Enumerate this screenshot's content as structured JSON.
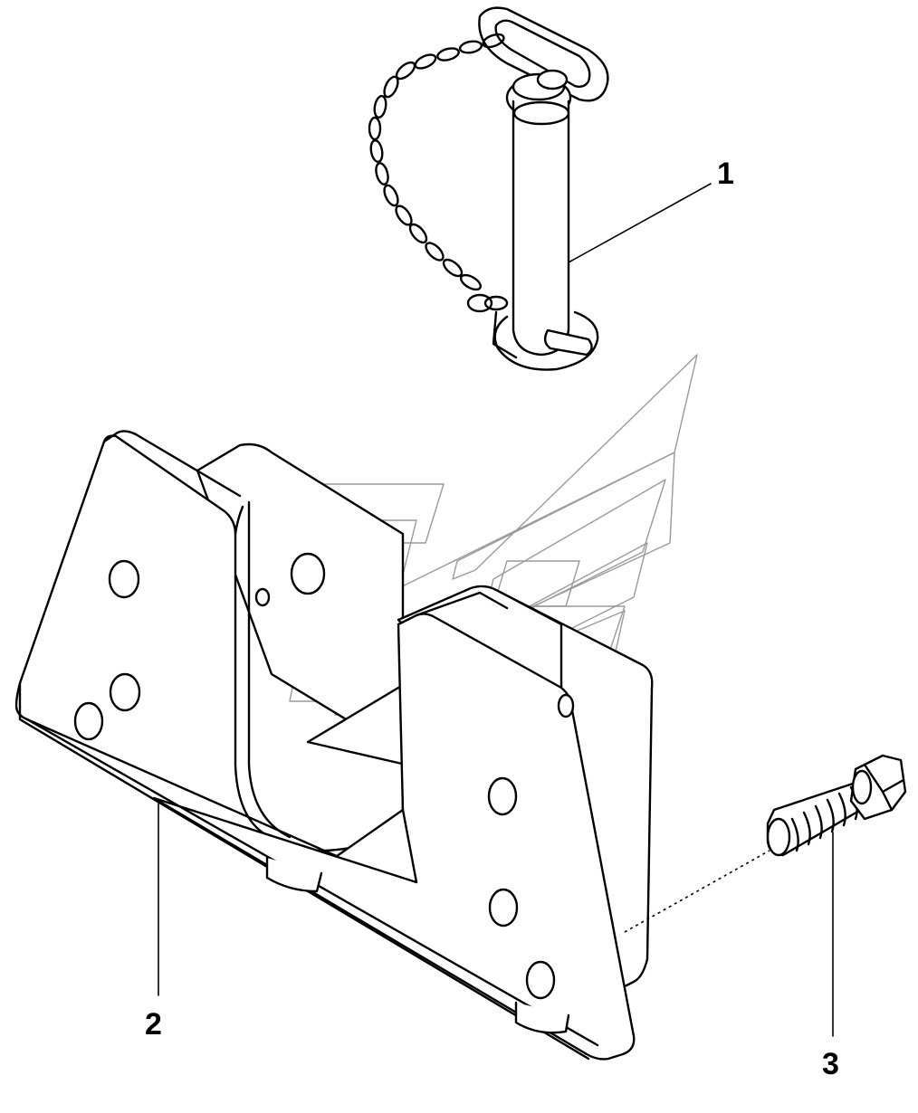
{
  "callouts": [
    {
      "id": "1",
      "label": "1"
    },
    {
      "id": "2",
      "label": "2"
    },
    {
      "id": "3",
      "label": "3"
    }
  ],
  "parts": [
    {
      "callout": "1",
      "icon": "hitch-pin-with-chain-icon"
    },
    {
      "callout": "2",
      "icon": "drawbar-bracket-icon"
    },
    {
      "callout": "3",
      "icon": "hex-bolt-icon"
    }
  ]
}
